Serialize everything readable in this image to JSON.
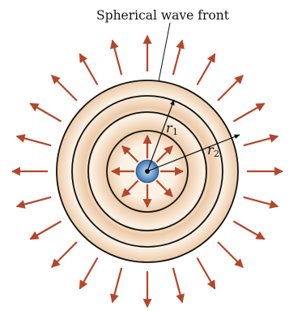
{
  "figure": {
    "callout_label": "Spherical wave front",
    "radius_labels": [
      {
        "symbol": "r",
        "subscript": "1"
      },
      {
        "symbol": "r",
        "subscript": "2"
      }
    ],
    "colors": {
      "arrow": "#b5452a",
      "ring_stroke": "#111111",
      "wave_light": "#fbf1e4",
      "wave_dark": "#ecc9a6",
      "source_fill": "#5b8fc6",
      "source_dark": "#2d5f96"
    },
    "outer_arrow_count": 24,
    "inner_arrow_count": 8
  }
}
